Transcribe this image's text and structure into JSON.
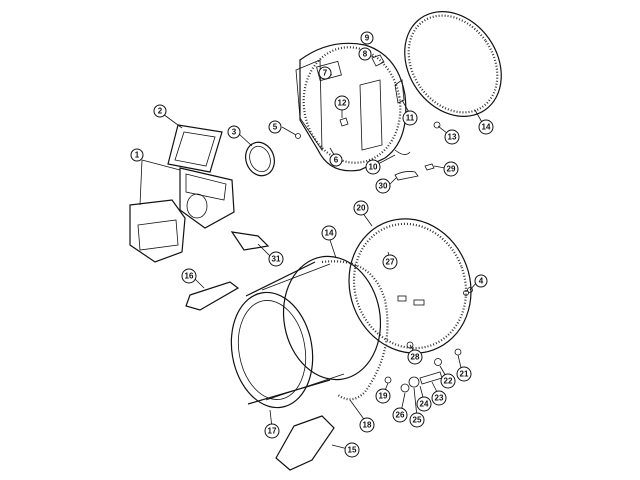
{
  "diagram": {
    "callouts": [
      {
        "id": "c9",
        "label": "9"
      },
      {
        "id": "c8",
        "label": "8"
      },
      {
        "id": "c7",
        "label": "7"
      },
      {
        "id": "c12",
        "label": "12"
      },
      {
        "id": "c5",
        "label": "5"
      },
      {
        "id": "c6",
        "label": "6"
      },
      {
        "id": "c11",
        "label": "11"
      },
      {
        "id": "c10",
        "label": "10"
      },
      {
        "id": "c13",
        "label": "13"
      },
      {
        "id": "c14a",
        "label": "14"
      },
      {
        "id": "c29",
        "label": "29"
      },
      {
        "id": "c30",
        "label": "30"
      },
      {
        "id": "c2",
        "label": "2"
      },
      {
        "id": "c3",
        "label": "3"
      },
      {
        "id": "c1",
        "label": "1"
      },
      {
        "id": "c31",
        "label": "31"
      },
      {
        "id": "c14b",
        "label": "14"
      },
      {
        "id": "c20",
        "label": "20"
      },
      {
        "id": "c27",
        "label": "27"
      },
      {
        "id": "c4",
        "label": "4"
      },
      {
        "id": "c16",
        "label": "16"
      },
      {
        "id": "c28",
        "label": "28"
      },
      {
        "id": "c22",
        "label": "22"
      },
      {
        "id": "c21",
        "label": "21"
      },
      {
        "id": "c19",
        "label": "19"
      },
      {
        "id": "c23",
        "label": "23"
      },
      {
        "id": "c24",
        "label": "24"
      },
      {
        "id": "c26",
        "label": "26"
      },
      {
        "id": "c25",
        "label": "25"
      },
      {
        "id": "c18",
        "label": "18"
      },
      {
        "id": "c17",
        "label": "17"
      },
      {
        "id": "c15",
        "label": "15"
      }
    ]
  }
}
